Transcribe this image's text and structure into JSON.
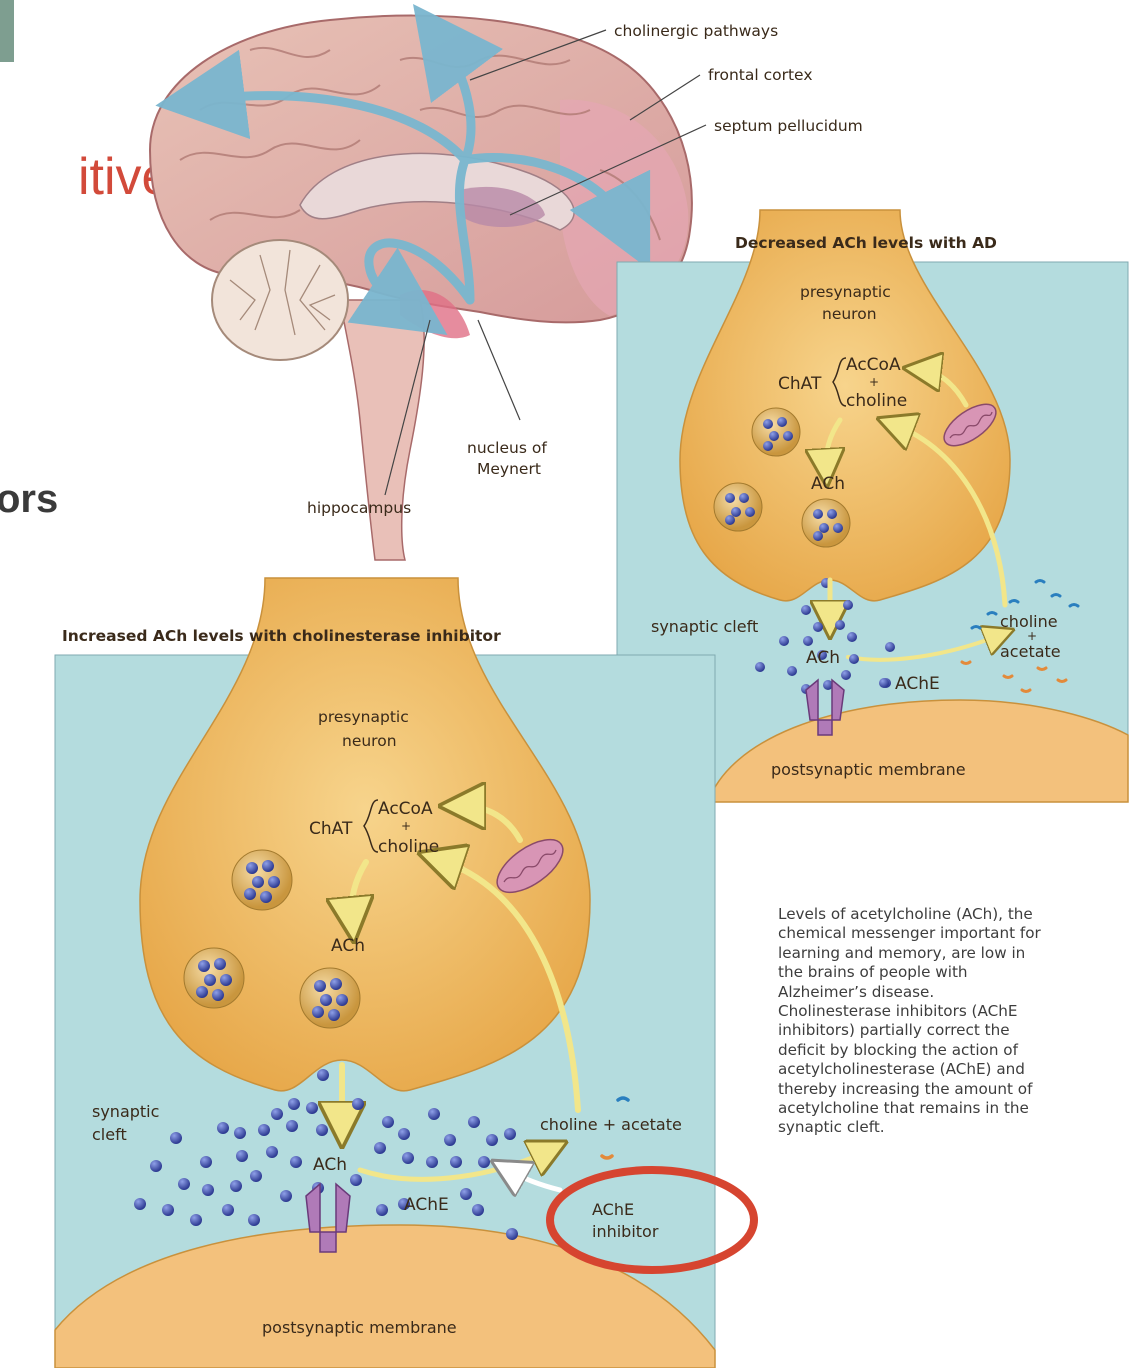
{
  "slide": {
    "title_fragment": "itive",
    "subtitle_fragment": "ors"
  },
  "colors": {
    "title_red": "#d24a3a",
    "neuron_orange": "#f0c06a",
    "cleft_blue": "#b4dcde",
    "vesicle_blue": "#3a4aa6",
    "highlight_circle": "#d64530"
  },
  "brain": {
    "labels": {
      "cholinergic_pathways": "cholinergic pathways",
      "frontal_cortex": "frontal cortex",
      "septum_pellucidum": "septum pellucidum",
      "nucleus_of_meynert_line1": "nucleus of",
      "nucleus_of_meynert_line2": "Meynert",
      "hippocampus": "hippocampus"
    }
  },
  "panel_ad": {
    "title": "Decreased ACh levels with AD",
    "presynaptic_line1": "presynaptic",
    "presynaptic_line2": "neuron",
    "chat": "ChAT",
    "accoa": "AcCoA",
    "plus": "+",
    "choline": "choline",
    "ach": "ACh",
    "synaptic_cleft": "synaptic cleft",
    "choline_cleft": "choline",
    "acetate": "acetate",
    "ache": "AChE",
    "postsynaptic": "postsynaptic membrane"
  },
  "panel_inhibitor": {
    "title": "Increased ACh levels with cholinesterase inhibitor",
    "presynaptic_line1": "presynaptic",
    "presynaptic_line2": "neuron",
    "chat": "ChAT",
    "accoa": "AcCoA",
    "plus": "+",
    "choline": "choline",
    "ach": "ACh",
    "synaptic_line1": "synaptic",
    "synaptic_line2": "cleft",
    "choline_acetate": "choline + acetate",
    "ache": "AChE",
    "inhibitor_line1": "AChE",
    "inhibitor_line2": "inhibitor",
    "postsynaptic": "postsynaptic membrane"
  },
  "caption": "Levels of acetylcholine (ACh), the\nchemical messenger important for\nlearning and memory, are low in\nthe brains of people with\nAlzheimer’s disease.\nCholinesterase inhibitors (AChE\ninhibitors) partially correct the\ndeficit by blocking the action of\nacetylcholinesterase (AChE) and\nthereby increasing the amount of\nacetylcholine that remains in the\nsynaptic cleft."
}
